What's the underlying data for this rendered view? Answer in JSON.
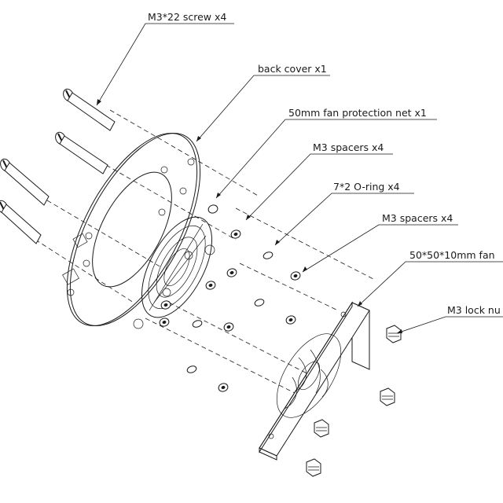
{
  "labels": {
    "screw": "M3*22 screw x4",
    "back_cover": "back cover x1",
    "protection_net": "50mm fan protection net x1",
    "spacers_1": "M3 spacers x4",
    "o_ring": "7*2 O-ring x4",
    "spacers_2": "M3 spacers x4",
    "fan": "50*50*10mm fan",
    "lock_nut": "M3 lock nu"
  },
  "colors": {
    "line": "#1a1a1a",
    "background": "#ffffff"
  }
}
